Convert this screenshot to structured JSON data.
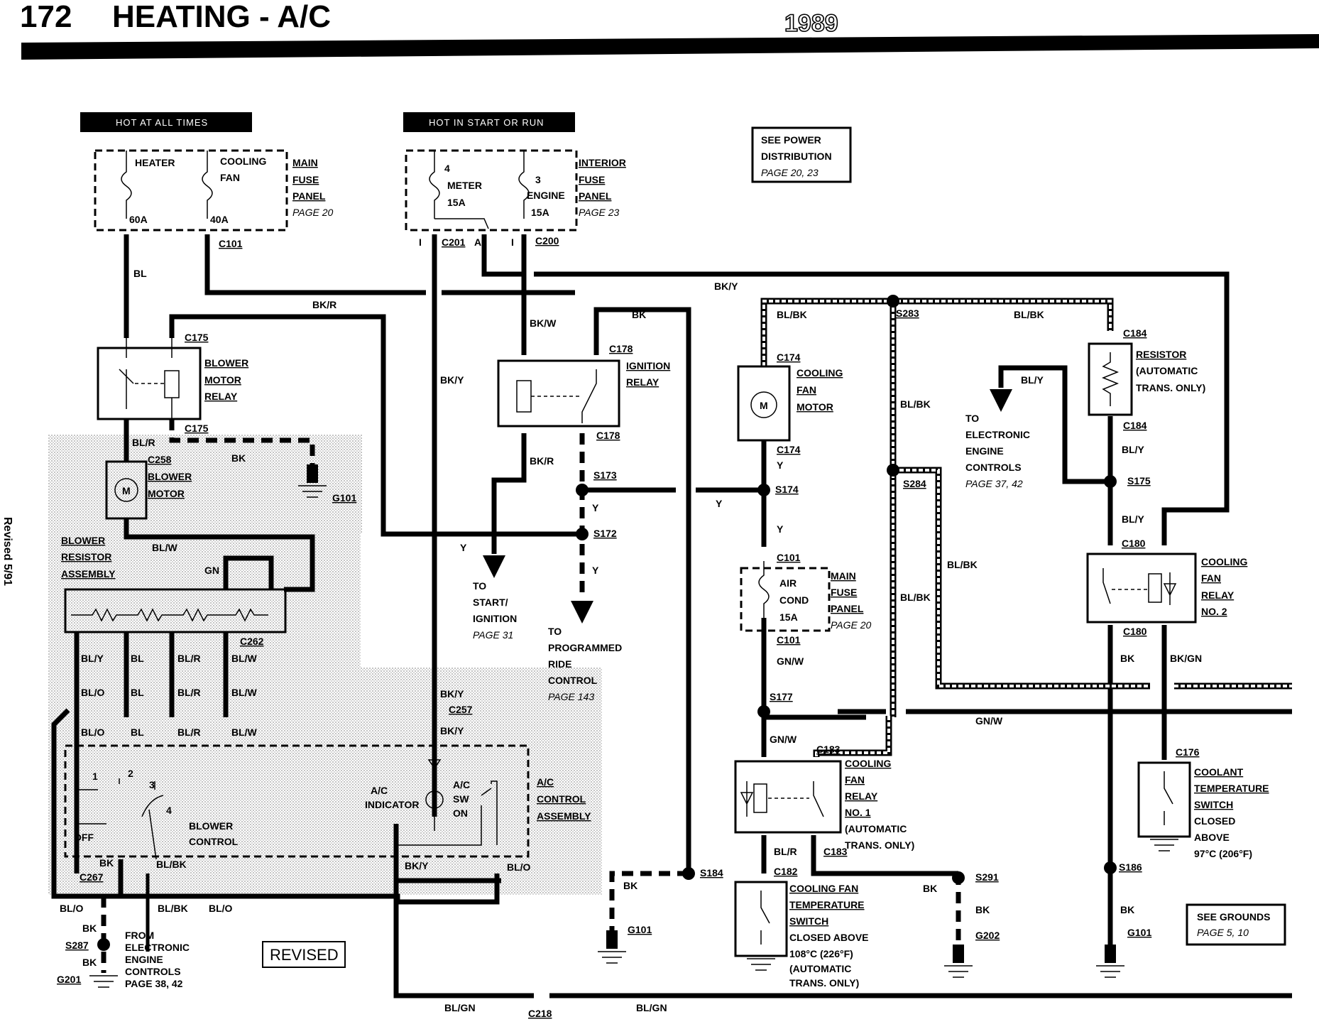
{
  "header": {
    "page_number": "172",
    "title": "HEATING - A/C",
    "year": "1989"
  },
  "side_note": "Revised 5/91",
  "banners": {
    "hot_at_all_times": "HOT AT ALL TIMES",
    "hot_in_start_or_run": "HOT IN START OR RUN"
  },
  "see_power": {
    "line1": "SEE POWER",
    "line2": "DISTRIBUTION",
    "ref": "PAGE 20, 23"
  },
  "main_fuse_panel": {
    "heater": "HEATER",
    "cooling": "COOLING",
    "fan": "FAN",
    "heater_amp": "60A",
    "fan_amp": "40A",
    "l1": "MAIN",
    "l2": "FUSE",
    "l3": "PANEL",
    "ref": "PAGE 20"
  },
  "interior_fuse_panel": {
    "fuse4": "4",
    "meter": "METER",
    "meter_amp": "15A",
    "fuse3": "3",
    "engine": "ENGINE",
    "engine_amp": "15A",
    "l1": "INTERIOR",
    "l2": "FUSE",
    "l3": "PANEL",
    "ref": "PAGE 23"
  },
  "connectors": {
    "c101": "C101",
    "c201": "C201",
    "c200": "C200",
    "c175": "C175",
    "c175b": "C175",
    "c178": "C178",
    "c178b": "C178",
    "c258": "C258",
    "c262": "C262",
    "c257": "C257",
    "c267": "C267",
    "c218": "C218",
    "c174": "C174",
    "c174b": "C174",
    "c101b": "C101",
    "c101c": "C101",
    "c183": "C183",
    "c183b": "C183",
    "c182": "C182",
    "c184": "C184",
    "c184b": "C184",
    "c180": "C180",
    "c180b": "C180",
    "c176": "C176",
    "pin_i": "I",
    "pin_a": "A",
    "pin_i2": "I"
  },
  "splices": {
    "s173": "S173",
    "s172": "S172",
    "s174": "S174",
    "s177": "S177",
    "s283": "S283",
    "s284": "S284",
    "s175": "S175",
    "s184": "S184",
    "s291": "S291",
    "s186": "S186",
    "s287": "S287"
  },
  "grounds": {
    "g101": "G101",
    "g101b": "G101",
    "g101c": "G101",
    "g202": "G202",
    "g201": "G201"
  },
  "wires": {
    "bl": "BL",
    "bkr": "BK/R",
    "bky": "BK/Y",
    "bkw": "BK/W",
    "bk": "BK",
    "blr": "BL/R",
    "bk2": "BK",
    "blw": "BL/W",
    "bky2": "BK/Y",
    "bkr2": "BK/R",
    "y1": "Y",
    "y2": "Y",
    "y3": "Y",
    "y4": "Y",
    "bky_top": "BK/Y",
    "blbk1": "BL/BK",
    "blbk2": "BL/BK",
    "blbk3": "BL/BK",
    "blbk4": "BL/BK",
    "blbk5": "BL/BK",
    "bly1": "BL/Y",
    "bly2": "BL/Y",
    "bly3": "BL/Y",
    "y5": "Y",
    "y6": "Y",
    "gnw1": "GN/W",
    "gnw2": "GN/W",
    "gnw3": "GN/W",
    "blr2": "BL/R",
    "bk3": "BK",
    "bk4": "BK",
    "bk5": "BK",
    "bkgn": "BK/GN",
    "bk6": "BK",
    "gn": "GN",
    "r_bly": "BL/Y",
    "r_bl": "BL",
    "r_blr": "BL/R",
    "r_blw": "BL/W",
    "r2_blo": "BL/O",
    "r2_bl": "BL",
    "r2_blr": "BL/R",
    "r2_blw": "BL/W",
    "r3_blo": "BL/O",
    "r3_bl": "BL",
    "r3_blr": "BL/R",
    "r3_blw": "BL/W",
    "bk7": "BK",
    "blbk6": "BL/BK",
    "bky3": "BK/Y",
    "blo1": "BL/O",
    "blo2": "BL/O",
    "blo3": "BL/O",
    "blbk7": "BL/BK",
    "bk8": "BK",
    "bk9": "BK",
    "blgn1": "BL/GN",
    "blgn2": "BL/GN",
    "bky4": "BK/Y"
  },
  "components": {
    "blower_motor_relay": [
      "BLOWER",
      "MOTOR",
      "RELAY"
    ],
    "blower_motor": [
      "BLOWER",
      "MOTOR"
    ],
    "blower_resistor": [
      "BLOWER",
      "RESISTOR",
      "ASSEMBLY"
    ],
    "ignition_relay": [
      "IGNITION",
      "RELAY"
    ],
    "cooling_fan_motor": [
      "COOLING",
      "FAN",
      "MOTOR"
    ],
    "resistor": [
      "RESISTOR",
      "(AUTOMATIC",
      "TRANS. ONLY)"
    ],
    "main_fuse_panel_2": {
      "fuse": "AIR",
      "fuse2": "COND",
      "amp": "15A",
      "l1": "MAIN",
      "l2": "FUSE",
      "l3": "PANEL",
      "ref": "PAGE 20"
    },
    "cooling_fan_relay_2": [
      "COOLING",
      "FAN",
      "RELAY",
      "NO. 2"
    ],
    "cooling_fan_relay_1": [
      "COOLING",
      "FAN",
      "RELAY",
      "NO. 1",
      "(AUTOMATIC",
      "TRANS. ONLY)"
    ],
    "cooling_fan_temp_switch": [
      "COOLING FAN",
      "TEMPERATURE",
      "SWITCH",
      "CLOSED ABOVE",
      "108°C (226°F)",
      "(AUTOMATIC",
      "TRANS. ONLY)"
    ],
    "coolant_temp_switch": [
      "COOLANT",
      "TEMPERATURE",
      "SWITCH",
      "CLOSED",
      "ABOVE",
      "97°C (206°F)"
    ],
    "ac_control": [
      "A/C",
      "CONTROL",
      "ASSEMBLY"
    ],
    "ac_indicator": [
      "A/C",
      "INDICATOR"
    ],
    "ac_sw": [
      "A/C",
      "SW",
      "ON"
    ],
    "blower_control": [
      "BLOWER",
      "CONTROL"
    ],
    "positions": [
      "1",
      "2",
      "3",
      "4",
      "OFF"
    ],
    "motor_m": "M"
  },
  "references": {
    "start_ign": [
      "TO",
      "START/",
      "IGNITION",
      "PAGE 31"
    ],
    "ride_control": [
      "TO",
      "PROGRAMMED",
      "RIDE",
      "CONTROL",
      "PAGE 143"
    ],
    "eec": [
      "TO",
      "ELECTRONIC",
      "ENGINE",
      "CONTROLS",
      "PAGE 37, 42"
    ],
    "from_eec": [
      "FROM",
      "ELECTRONIC",
      "ENGINE",
      "CONTROLS",
      "PAGE 38, 42"
    ]
  },
  "see_grounds": {
    "line1": "SEE GROUNDS",
    "ref": "PAGE 5, 10"
  },
  "revised_stamp": "REVISED"
}
